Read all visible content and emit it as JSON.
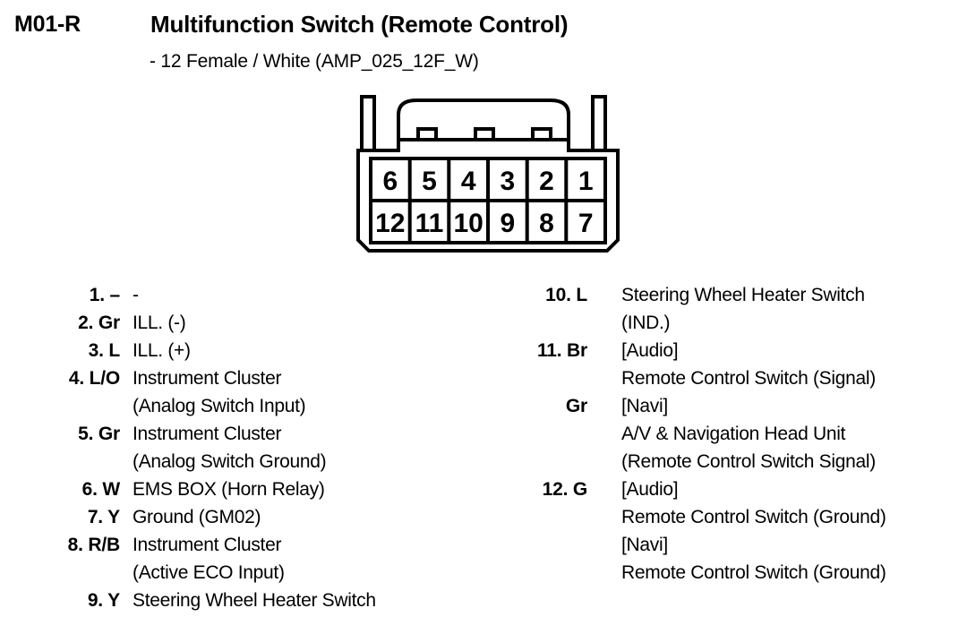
{
  "header": {
    "code": "M01-R",
    "title": "Multifunction Switch (Remote Control)",
    "subtitle": "- 12 Female / White (AMP_025_12F_W)"
  },
  "connector": {
    "name": "AMP_025_12F_W",
    "gender": "Female",
    "color": "White",
    "cavity_count": 12,
    "rows": [
      [
        "6",
        "5",
        "4",
        "3",
        "2",
        "1"
      ],
      [
        "12",
        "11",
        "10",
        "9",
        "8",
        "7"
      ]
    ],
    "stroke_color": "#000000",
    "fill_color": "#ffffff"
  },
  "pins": {
    "left": [
      {
        "id": "1. –",
        "desc": "-"
      },
      {
        "id": "2. Gr",
        "desc": "ILL. (-)"
      },
      {
        "id": "3. L",
        "desc": "ILL. (+)"
      },
      {
        "id": "4. L/O",
        "desc": "Instrument Cluster"
      },
      {
        "id": "",
        "desc": "(Analog Switch Input)"
      },
      {
        "id": "5. Gr",
        "desc": "Instrument Cluster"
      },
      {
        "id": "",
        "desc": "(Analog Switch Ground)"
      },
      {
        "id": "6. W",
        "desc": "EMS BOX (Horn Relay)"
      },
      {
        "id": "7. Y",
        "desc": "Ground (GM02)"
      },
      {
        "id": "8. R/B",
        "desc": "Instrument Cluster"
      },
      {
        "id": "",
        "desc": "(Active ECO Input)"
      },
      {
        "id": "9. Y",
        "desc": "Steering Wheel Heater Switch"
      }
    ],
    "right": [
      {
        "id": "10. L",
        "desc": "Steering Wheel Heater Switch"
      },
      {
        "id": "",
        "desc": "(IND.)"
      },
      {
        "id": "11. Br",
        "desc": "[Audio]"
      },
      {
        "id": "",
        "desc": "Remote Control Switch (Signal)"
      },
      {
        "id": "Gr",
        "desc": "[Navi]"
      },
      {
        "id": "",
        "desc": "A/V & Navigation Head Unit"
      },
      {
        "id": "",
        "desc": "(Remote Control Switch Signal)"
      },
      {
        "id": "12. G",
        "desc": "[Audio]"
      },
      {
        "id": "",
        "desc": "Remote Control Switch (Ground)"
      },
      {
        "id": "",
        "desc": "[Navi]"
      },
      {
        "id": "",
        "desc": "Remote Control Switch (Ground)"
      }
    ]
  }
}
